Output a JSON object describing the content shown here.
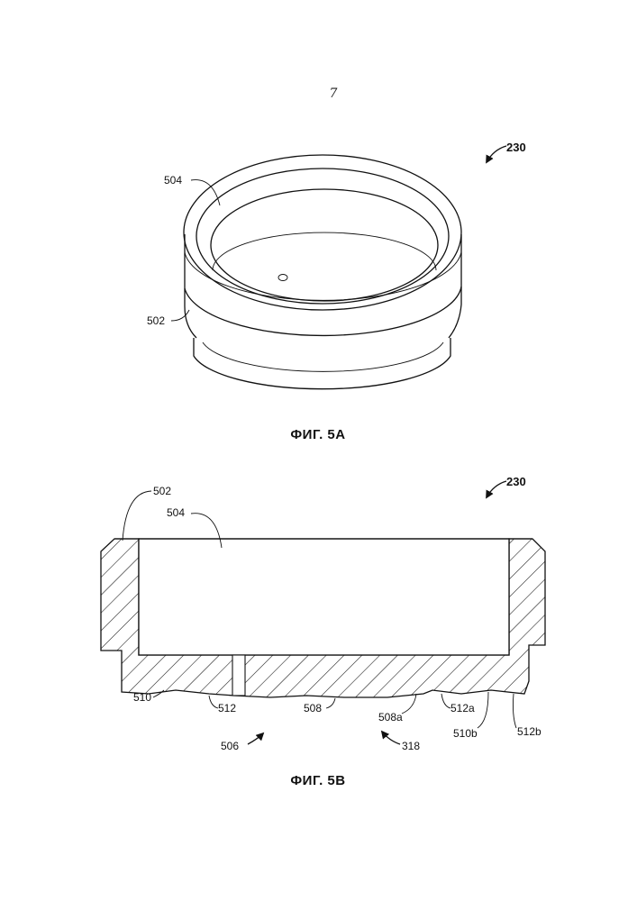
{
  "page": {
    "number": "7"
  },
  "figure_5a": {
    "ref": "230",
    "labels": {
      "inner_surface": "504",
      "outer_ring": "502"
    },
    "caption": "ФИГ. 5A"
  },
  "figure_5b": {
    "ref": "230",
    "labels": {
      "l502": "502",
      "l504": "504",
      "l510": "510",
      "l512": "512",
      "l508": "508",
      "l508a": "508a",
      "l512a": "512a",
      "l510b": "510b",
      "l512b": "512b",
      "l506": "506",
      "l318": "318"
    },
    "caption": "ФИГ. 5B"
  }
}
